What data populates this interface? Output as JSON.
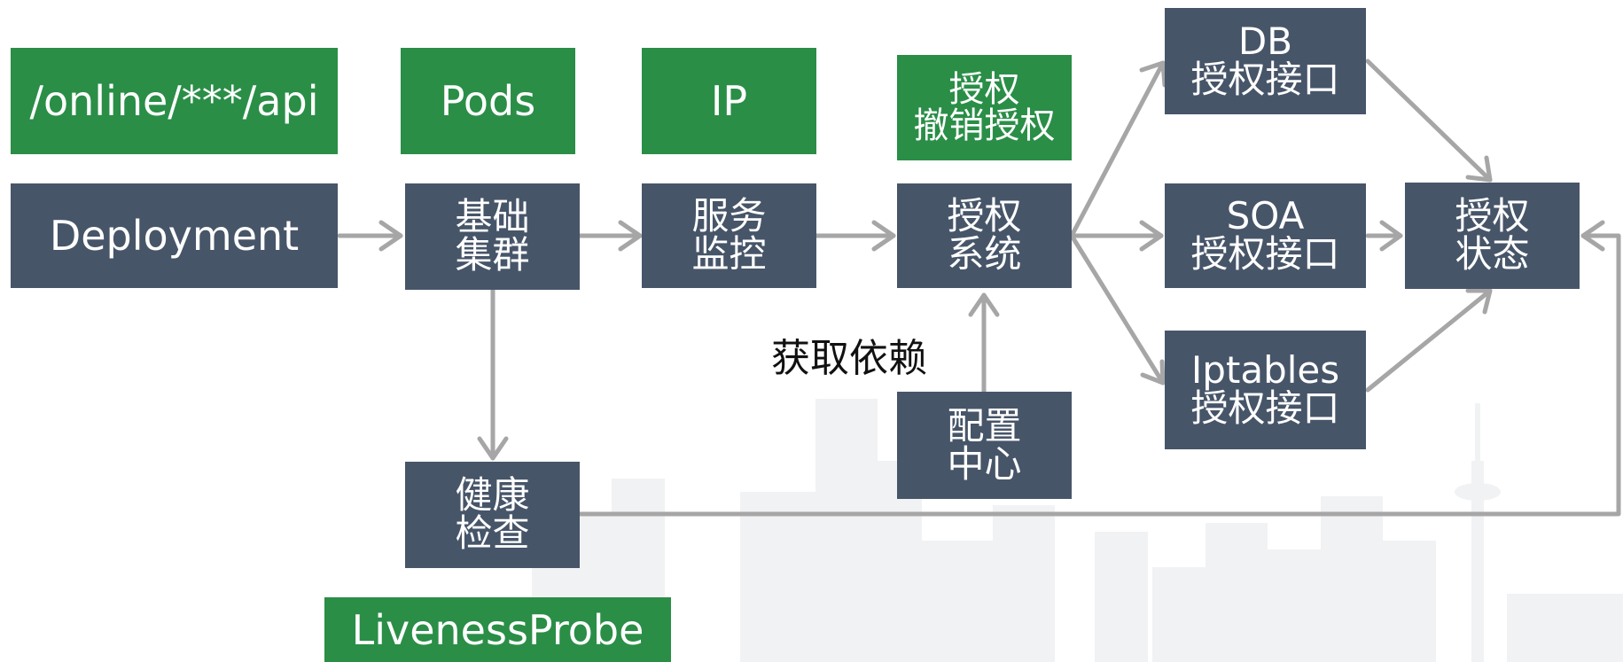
{
  "colors": {
    "tag_green": "#2a8e47",
    "node_slate": "#475569",
    "connector_gray": "#a6a6a6",
    "skyline_watermark": "#f1f2f4"
  },
  "decorations": {
    "background": "faint-city-skyline-watermark"
  },
  "tags": {
    "api_path": "/online/***/api",
    "pods": "Pods",
    "ip": "IP",
    "grant_revoke": "授权\n撤销授权",
    "liveness_probe": "LivenessProbe"
  },
  "nodes": {
    "deployment": "Deployment",
    "base_cluster": "基础\n集群",
    "service_monitor": "服务\n监控",
    "auth_system": "授权\n系统",
    "config_center": "配置\n中心",
    "health_check": "健康\n检查",
    "db_auth_api": "DB\n授权接口",
    "soa_auth_api": "SOA\n授权接口",
    "iptables_auth_api": "Iptables\n授权接口",
    "auth_status": "授权\n状态"
  },
  "labels": {
    "get_dependencies": "获取依赖"
  }
}
